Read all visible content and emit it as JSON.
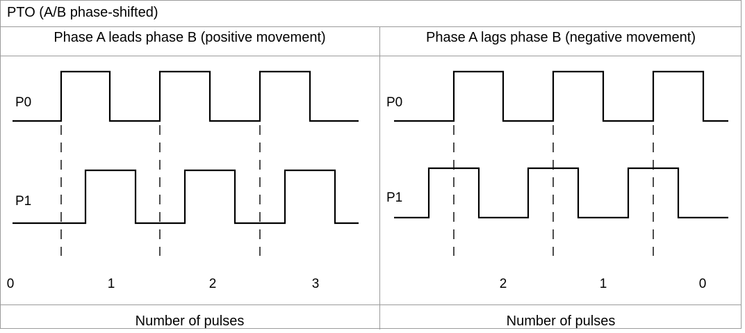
{
  "table": {
    "title": "PTO (A/B phase-shifted)",
    "left_header": "Phase A leads phase B (positive movement)",
    "right_header": "Phase A lags phase B (negative movement)",
    "left_footer": "Number of pulses",
    "right_footer": "Number of pulses"
  },
  "diagrams": {
    "left": {
      "signal_top": "P0",
      "signal_bottom": "P1",
      "counts": [
        "0",
        "1",
        "2",
        "3"
      ]
    },
    "right": {
      "signal_top": "P0",
      "signal_bottom": "P1",
      "counts": [
        "2",
        "1",
        "0"
      ]
    }
  }
}
